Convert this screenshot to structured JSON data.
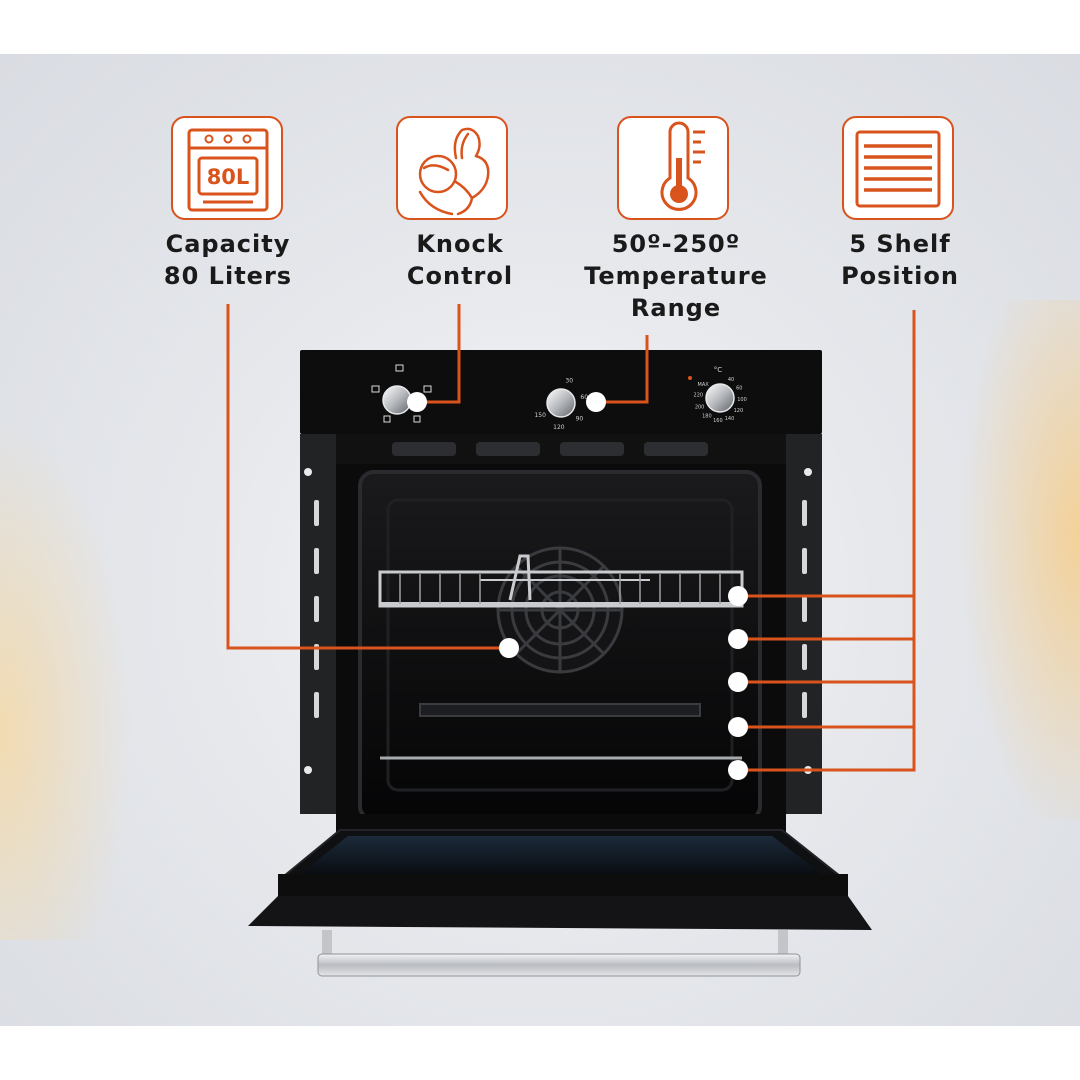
{
  "features": [
    {
      "id": "capacity",
      "label_lines": [
        "Capacity",
        "80 Liters"
      ],
      "icon": "oven-capacity-icon",
      "icon_text": "80L"
    },
    {
      "id": "knock-control",
      "label_lines": [
        "Knock",
        "Control"
      ],
      "icon": "hand-knob-icon"
    },
    {
      "id": "temperature",
      "label_lines": [
        "50º-250º",
        "Temperature",
        "Range"
      ],
      "icon": "thermometer-icon"
    },
    {
      "id": "shelf",
      "label_lines": [
        "5 Shelf",
        "Position"
      ],
      "icon": "shelf-lines-icon"
    }
  ],
  "oven": {
    "mode_dial_icon": "mode-selector-knob",
    "timer_dial_labels": [
      "30",
      "60",
      "90",
      "120",
      "150"
    ],
    "temp_dial_labels": [
      "40",
      "60",
      "100",
      "120",
      "140",
      "160",
      "180",
      "200",
      "220",
      "MAX"
    ],
    "temp_unit": "°C",
    "shelf_positions": 5
  },
  "colors": {
    "accent": "#d9531c",
    "oven_body": "#0d0d0e",
    "label_text": "#1a1a1a",
    "background": "#e6e8ec"
  }
}
